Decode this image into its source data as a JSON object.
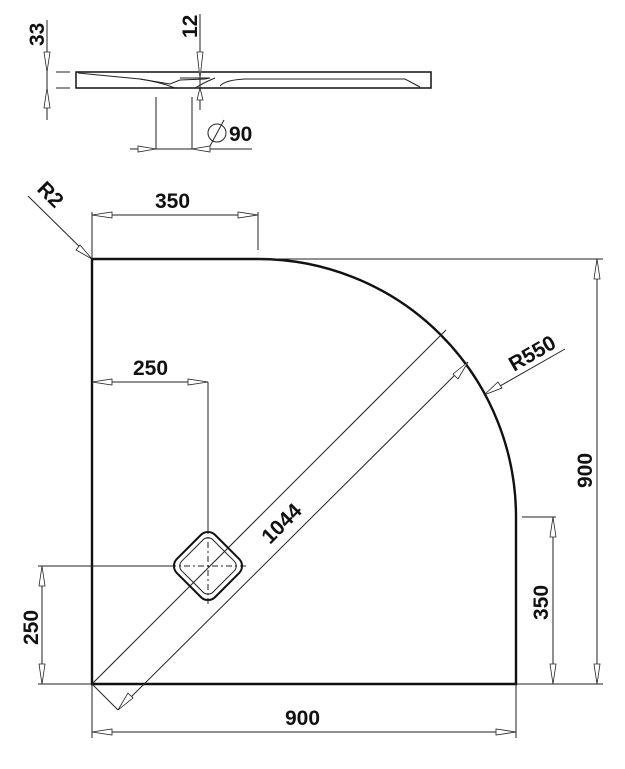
{
  "profile": {
    "height": "33",
    "depth": "12",
    "drain_diameter": "90",
    "diameter_symbol": "∅"
  },
  "plan": {
    "corner_radius": "R2",
    "top_offset": "350",
    "drain_x": "250",
    "drain_y": "250",
    "diagonal": "1044",
    "arc_radius": "R550",
    "width": "900",
    "depth": "900",
    "side_offset": "350"
  }
}
